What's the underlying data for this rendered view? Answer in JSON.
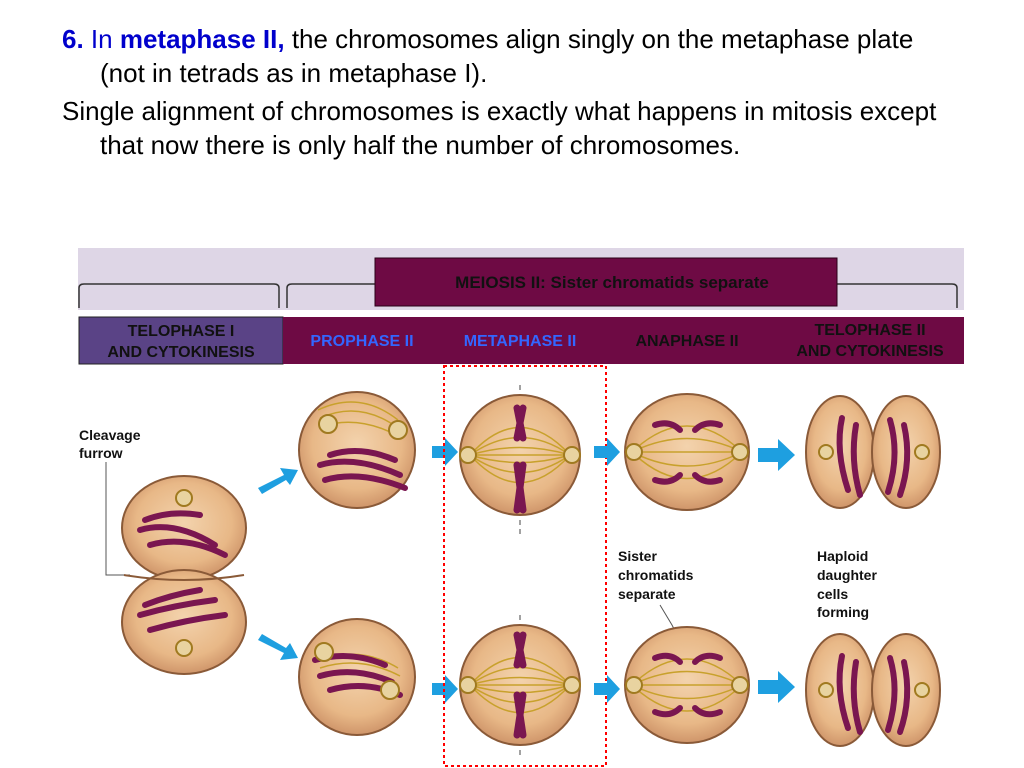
{
  "text": {
    "p1": {
      "number": "6.",
      "lead": "In",
      "keyword": "metaphase II,",
      "rest": "the chromosomes align singly on the metaphase plate (not in tetrads as in metaphase I)."
    },
    "p2": "Single alignment of chromosomes is exactly what happens in mitosis except that now there is only half the number of chromosomes."
  },
  "figure": {
    "banner": "MEIOSIS II: Sister chromatids separate",
    "stages": [
      {
        "line1": "TELOPHASE I",
        "line2": "AND CYTOKINESIS"
      },
      {
        "line1": "PROPHASE II",
        "line2": ""
      },
      {
        "line1": "METAPHASE II",
        "line2": ""
      },
      {
        "line1": "ANAPHASE II",
        "line2": ""
      },
      {
        "line1": "TELOPHASE II",
        "line2": "AND CYTOKINESIS"
      }
    ],
    "labels": {
      "cleavage": [
        "Cleavage",
        "furrow"
      ],
      "sister": [
        "Sister",
        "chromatids",
        "separate"
      ],
      "haploid": [
        "Haploid",
        "daughter",
        "cells",
        "forming"
      ]
    },
    "colors": {
      "header_band": "#ded6e6",
      "banner": "#6e0a44",
      "telophase_box": "#5a4386",
      "stage_bar": "#6e0a44",
      "stage_bar_end": "#6b1a4c",
      "stage_text_blue": "#3366ff",
      "cell_fill": "#e8b887",
      "cell_edge": "#b07a4d",
      "chromosome": "#7a1650",
      "spindle": "#c8a12c",
      "arrow": "#1e9fe0",
      "highlight": "#ff0000"
    }
  }
}
